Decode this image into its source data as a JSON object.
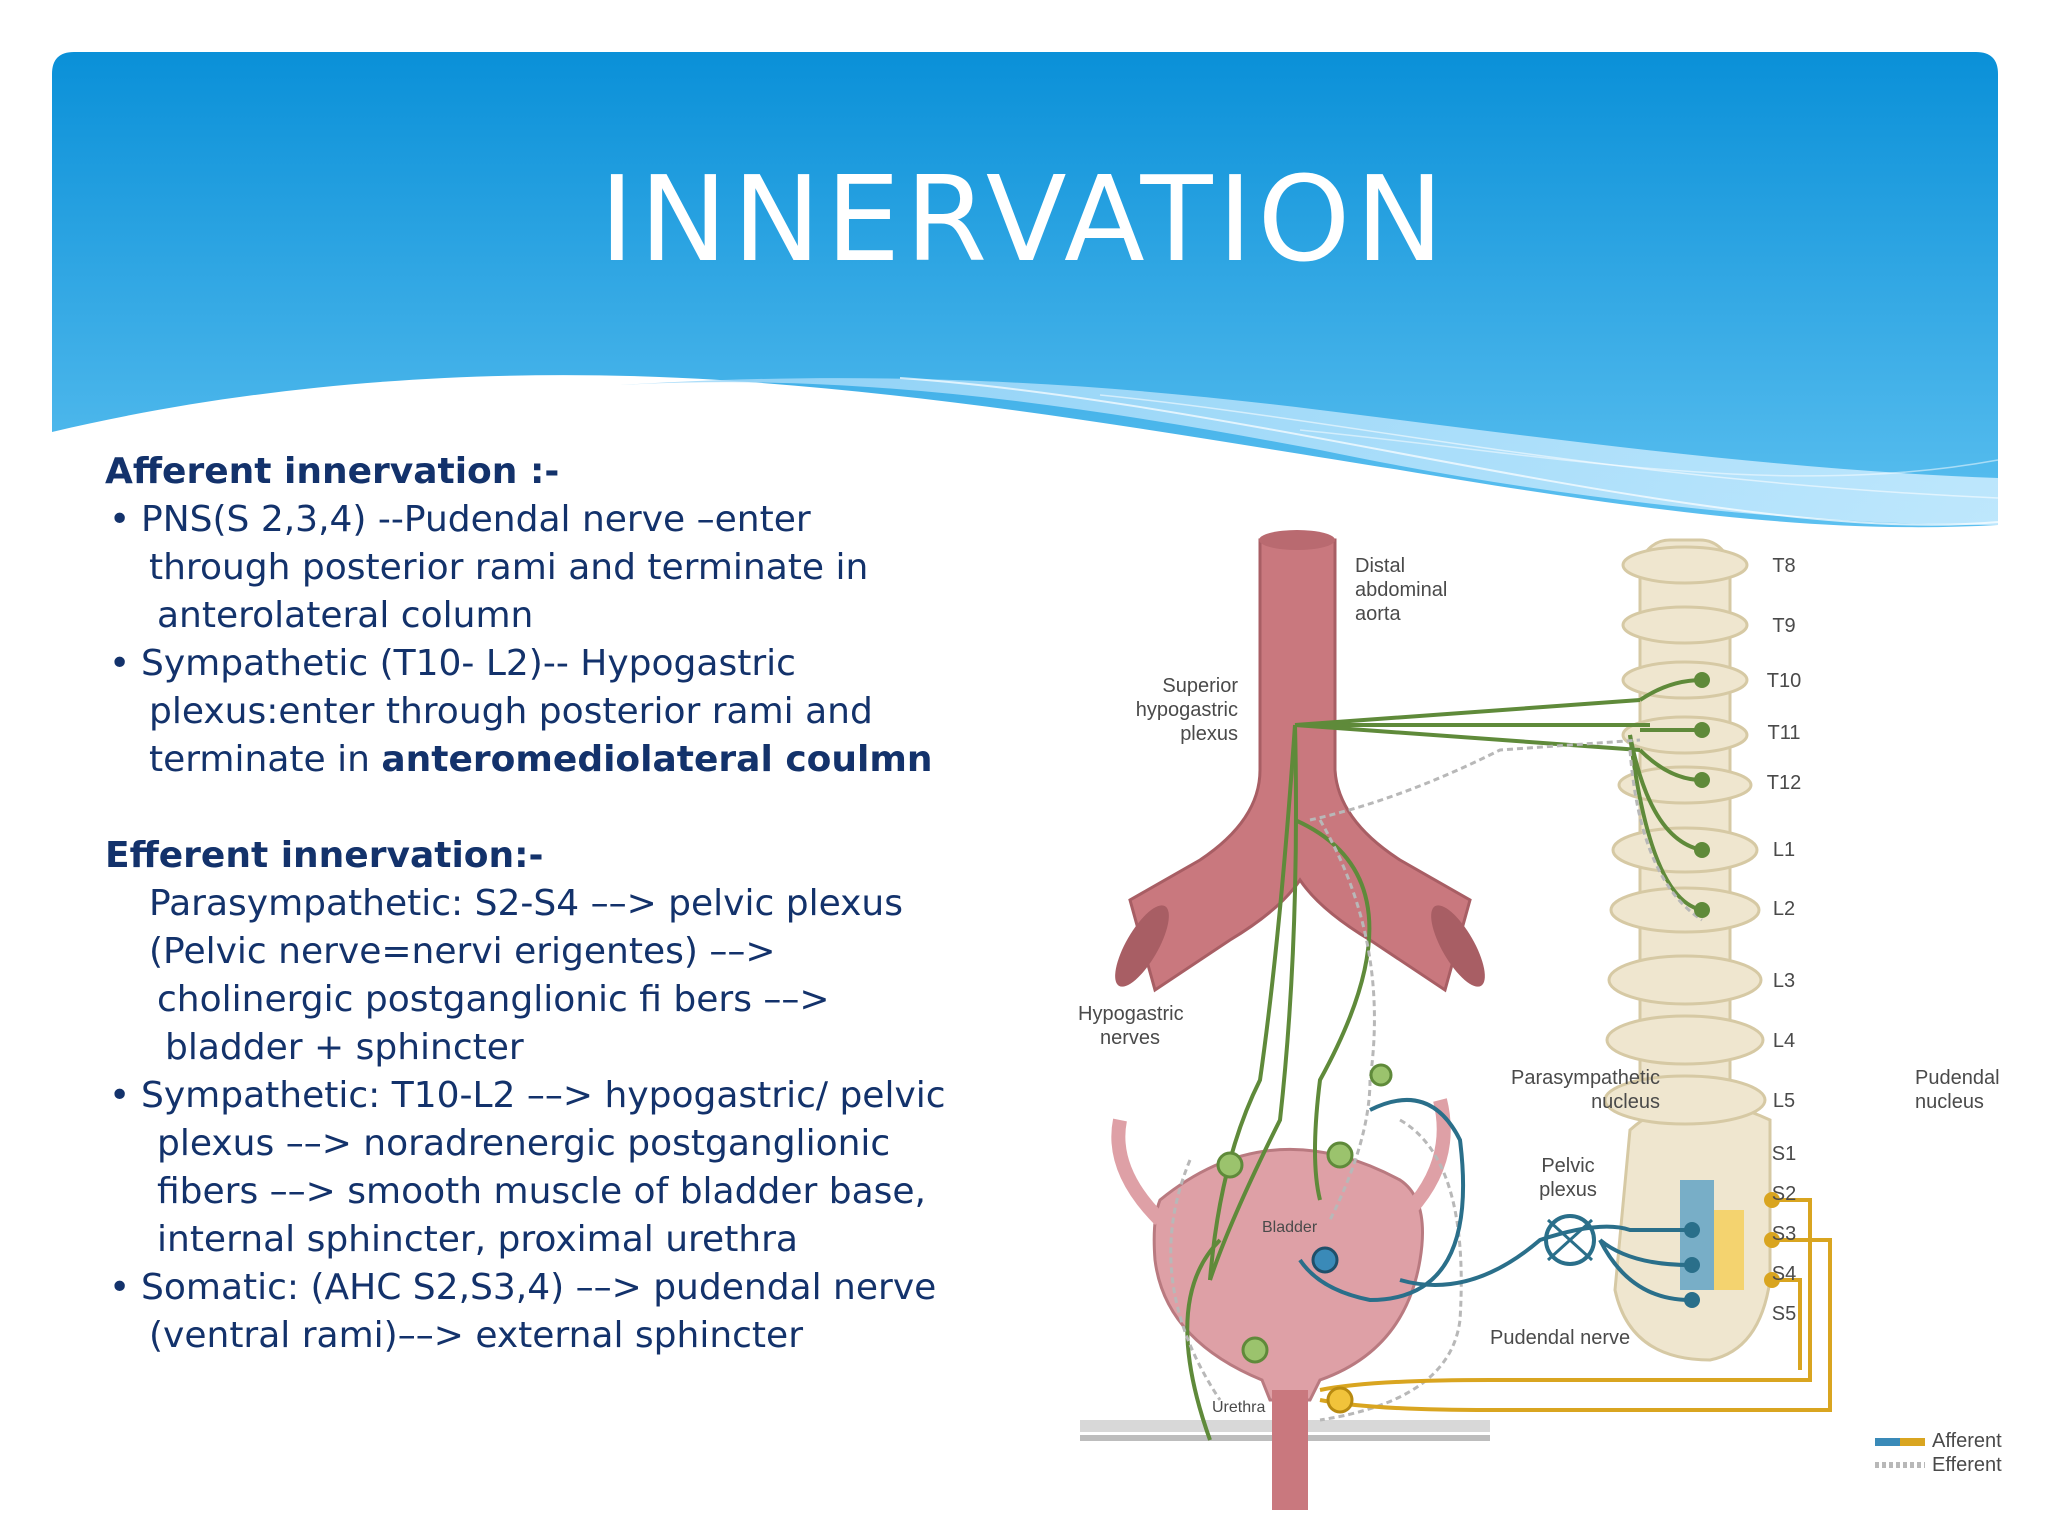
{
  "slide": {
    "title": "INNERVATION",
    "colors": {
      "header_top": "#0a90d8",
      "header_bottom": "#4fb8ee",
      "text": "#13326b"
    }
  },
  "content": {
    "afferent": {
      "heading": "Afferent innervation :-",
      "b1_l1": "PNS(S 2,3,4) --Pudendal nerve –enter",
      "b1_l2": "through posterior rami and terminate in",
      "b1_l3": "anterolateral column",
      "b2_l1": "Sympathetic (T10- L2)-- Hypogastric",
      "b2_l2": "plexus:enter through posterior rami and",
      "b2_l3_pre": "terminate in ",
      "b2_l3_bold": "anteromediolateral coulmn"
    },
    "efferent": {
      "heading": "Efferent innervation:-",
      "p_l1": "Parasympathetic: S2-S4 ––> pelvic plexus",
      "p_l2": "(Pelvic nerve=nervi erigentes) ––>",
      "p_l3": "cholinergic postganglionic fi bers ––>",
      "p_l4": "bladder + sphincter",
      "b1_l1": "Sympathetic: T10-L2 ––> hypogastric/ pelvic",
      "b1_l2": "plexus ––> noradrenergic postganglionic",
      "b1_l3": "fibers ––> smooth muscle of bladder base,",
      "b1_l4": "internal sphincter, proximal urethra",
      "b2_l1": "Somatic: (AHC S2,S3,4) ––> pudendal nerve",
      "b2_l2": "(ventral rami)––> external sphincter"
    }
  },
  "diagram": {
    "labels": {
      "aorta_1": "Distal",
      "aorta_2": "abdominal",
      "aorta_3": "aorta",
      "sup_1": "Superior",
      "sup_2": "hypogastric",
      "sup_3": "plexus",
      "hypo_1": "Hypogastric",
      "hypo_2": "nerves",
      "para_1": "Parasympathetic",
      "para_2": "nucleus",
      "pelvic_1": "Pelvic",
      "pelvic_2": "plexus",
      "pudnuc_1": "Pudendal",
      "pudnuc_2": "nucleus",
      "bladder": "Bladder",
      "urethra": "Urethra",
      "pudendal_nerve": "Pudendal nerve"
    },
    "vertebrae": [
      "T8",
      "T9",
      "T10",
      "T11",
      "T12",
      "L1",
      "L2",
      "L3",
      "L4",
      "L5",
      "S1",
      "S2",
      "S3",
      "S4",
      "S5"
    ],
    "legend": {
      "afferent": "Afferent",
      "efferent": "Efferent"
    },
    "colors": {
      "aorta": "#c9787e",
      "sympathetic": "#5f8a3a",
      "parasympathetic": "#2a6f8a",
      "somatic": "#d9a520",
      "bone": "#efe6cf"
    }
  }
}
